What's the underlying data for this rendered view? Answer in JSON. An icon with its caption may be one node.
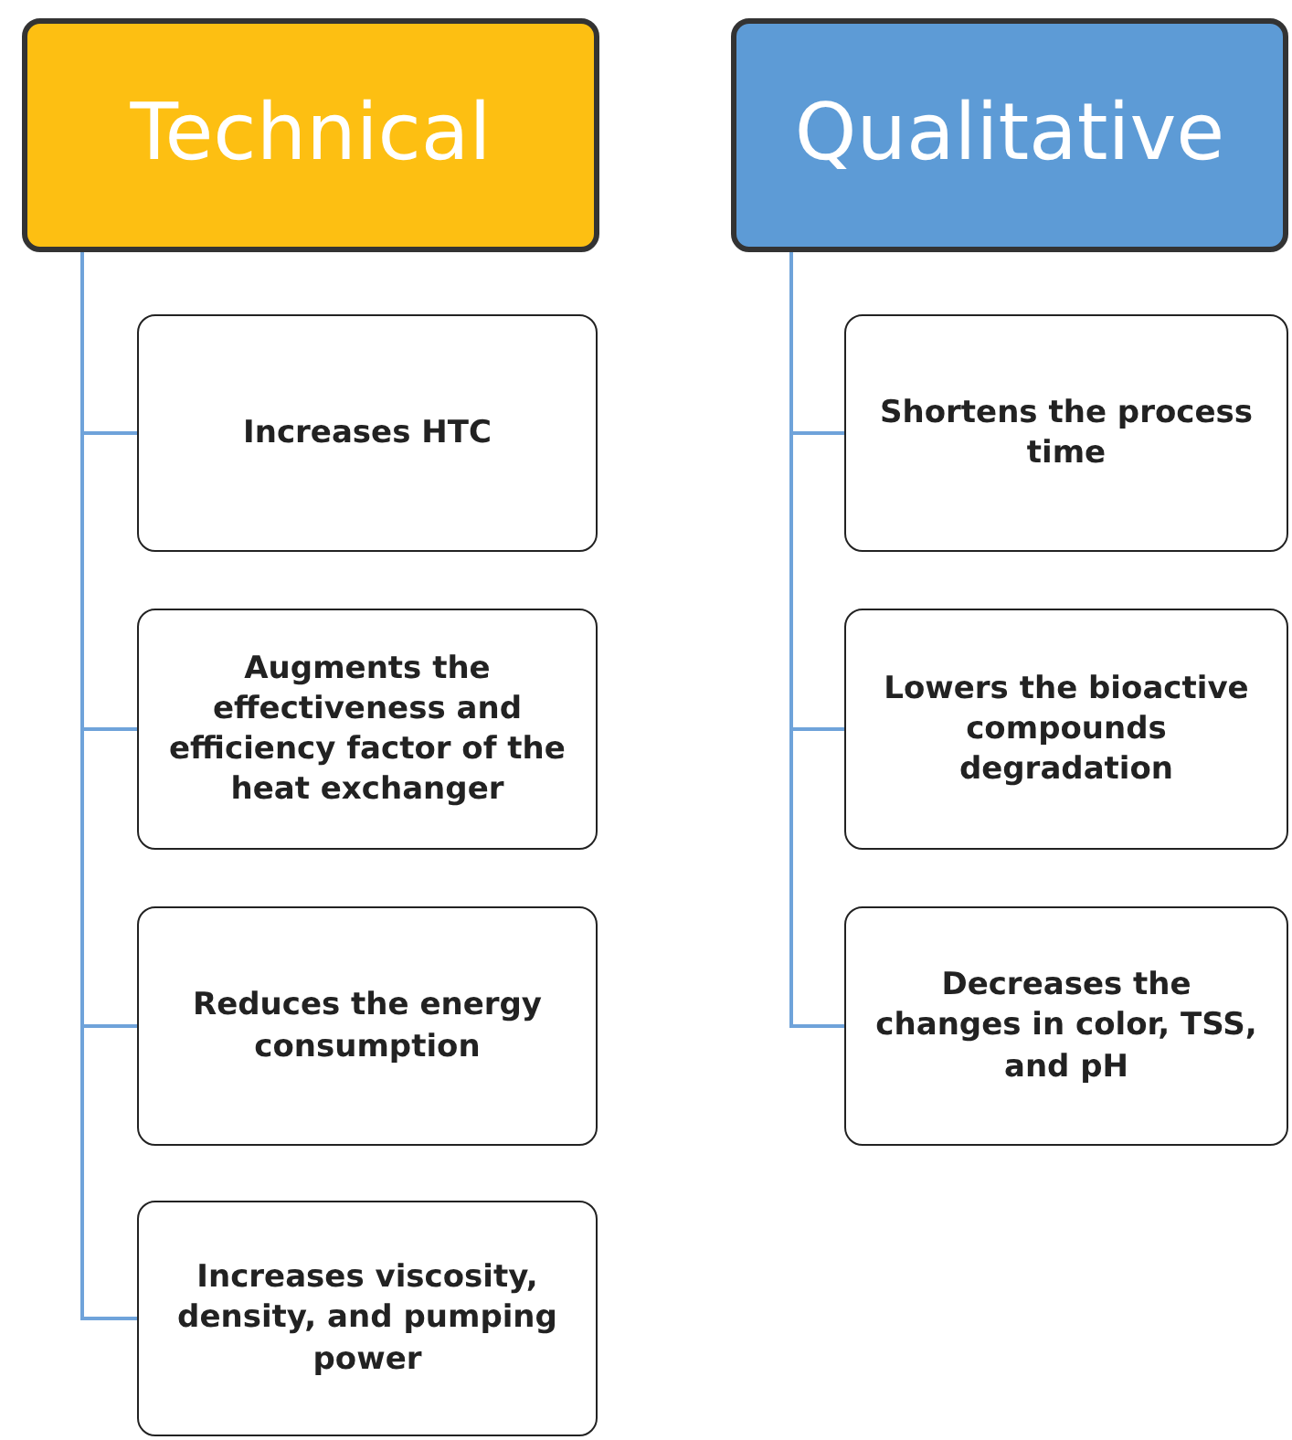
{
  "diagram": {
    "nodes": [
      {
        "text": [
          "Technical"
        ]
      },
      {
        "text": [
          "Increases HTC"
        ]
      },
      {
        "text": [
          "Augments the effectiveness and efficiency factor of the heat exchanger"
        ]
      },
      {
        "text": [
          "Reduces the energy consumption"
        ]
      },
      {
        "text": [
          "Increases viscosity, density, and pumping power"
        ]
      },
      {
        "text": [
          "Qualitative"
        ]
      },
      {
        "text": [
          "Shortens the process time"
        ]
      },
      {
        "text": [
          "Lowers the bioactive compounds degradation"
        ]
      },
      {
        "text": [
          "Decreases the changes in color, TSS, and pH"
        ]
      }
    ],
    "edges": [
      {
        "from": 0,
        "to": 1,
        "arrow": "none"
      },
      {
        "from": 0,
        "to": 2,
        "arrow": "none"
      },
      {
        "from": 0,
        "to": 3,
        "arrow": "none"
      },
      {
        "from": 0,
        "to": 4,
        "arrow": "none"
      },
      {
        "from": 5,
        "to": 6,
        "arrow": "none"
      },
      {
        "from": 5,
        "to": 7,
        "arrow": "none"
      },
      {
        "from": 5,
        "to": 8,
        "arrow": "none"
      }
    ]
  }
}
